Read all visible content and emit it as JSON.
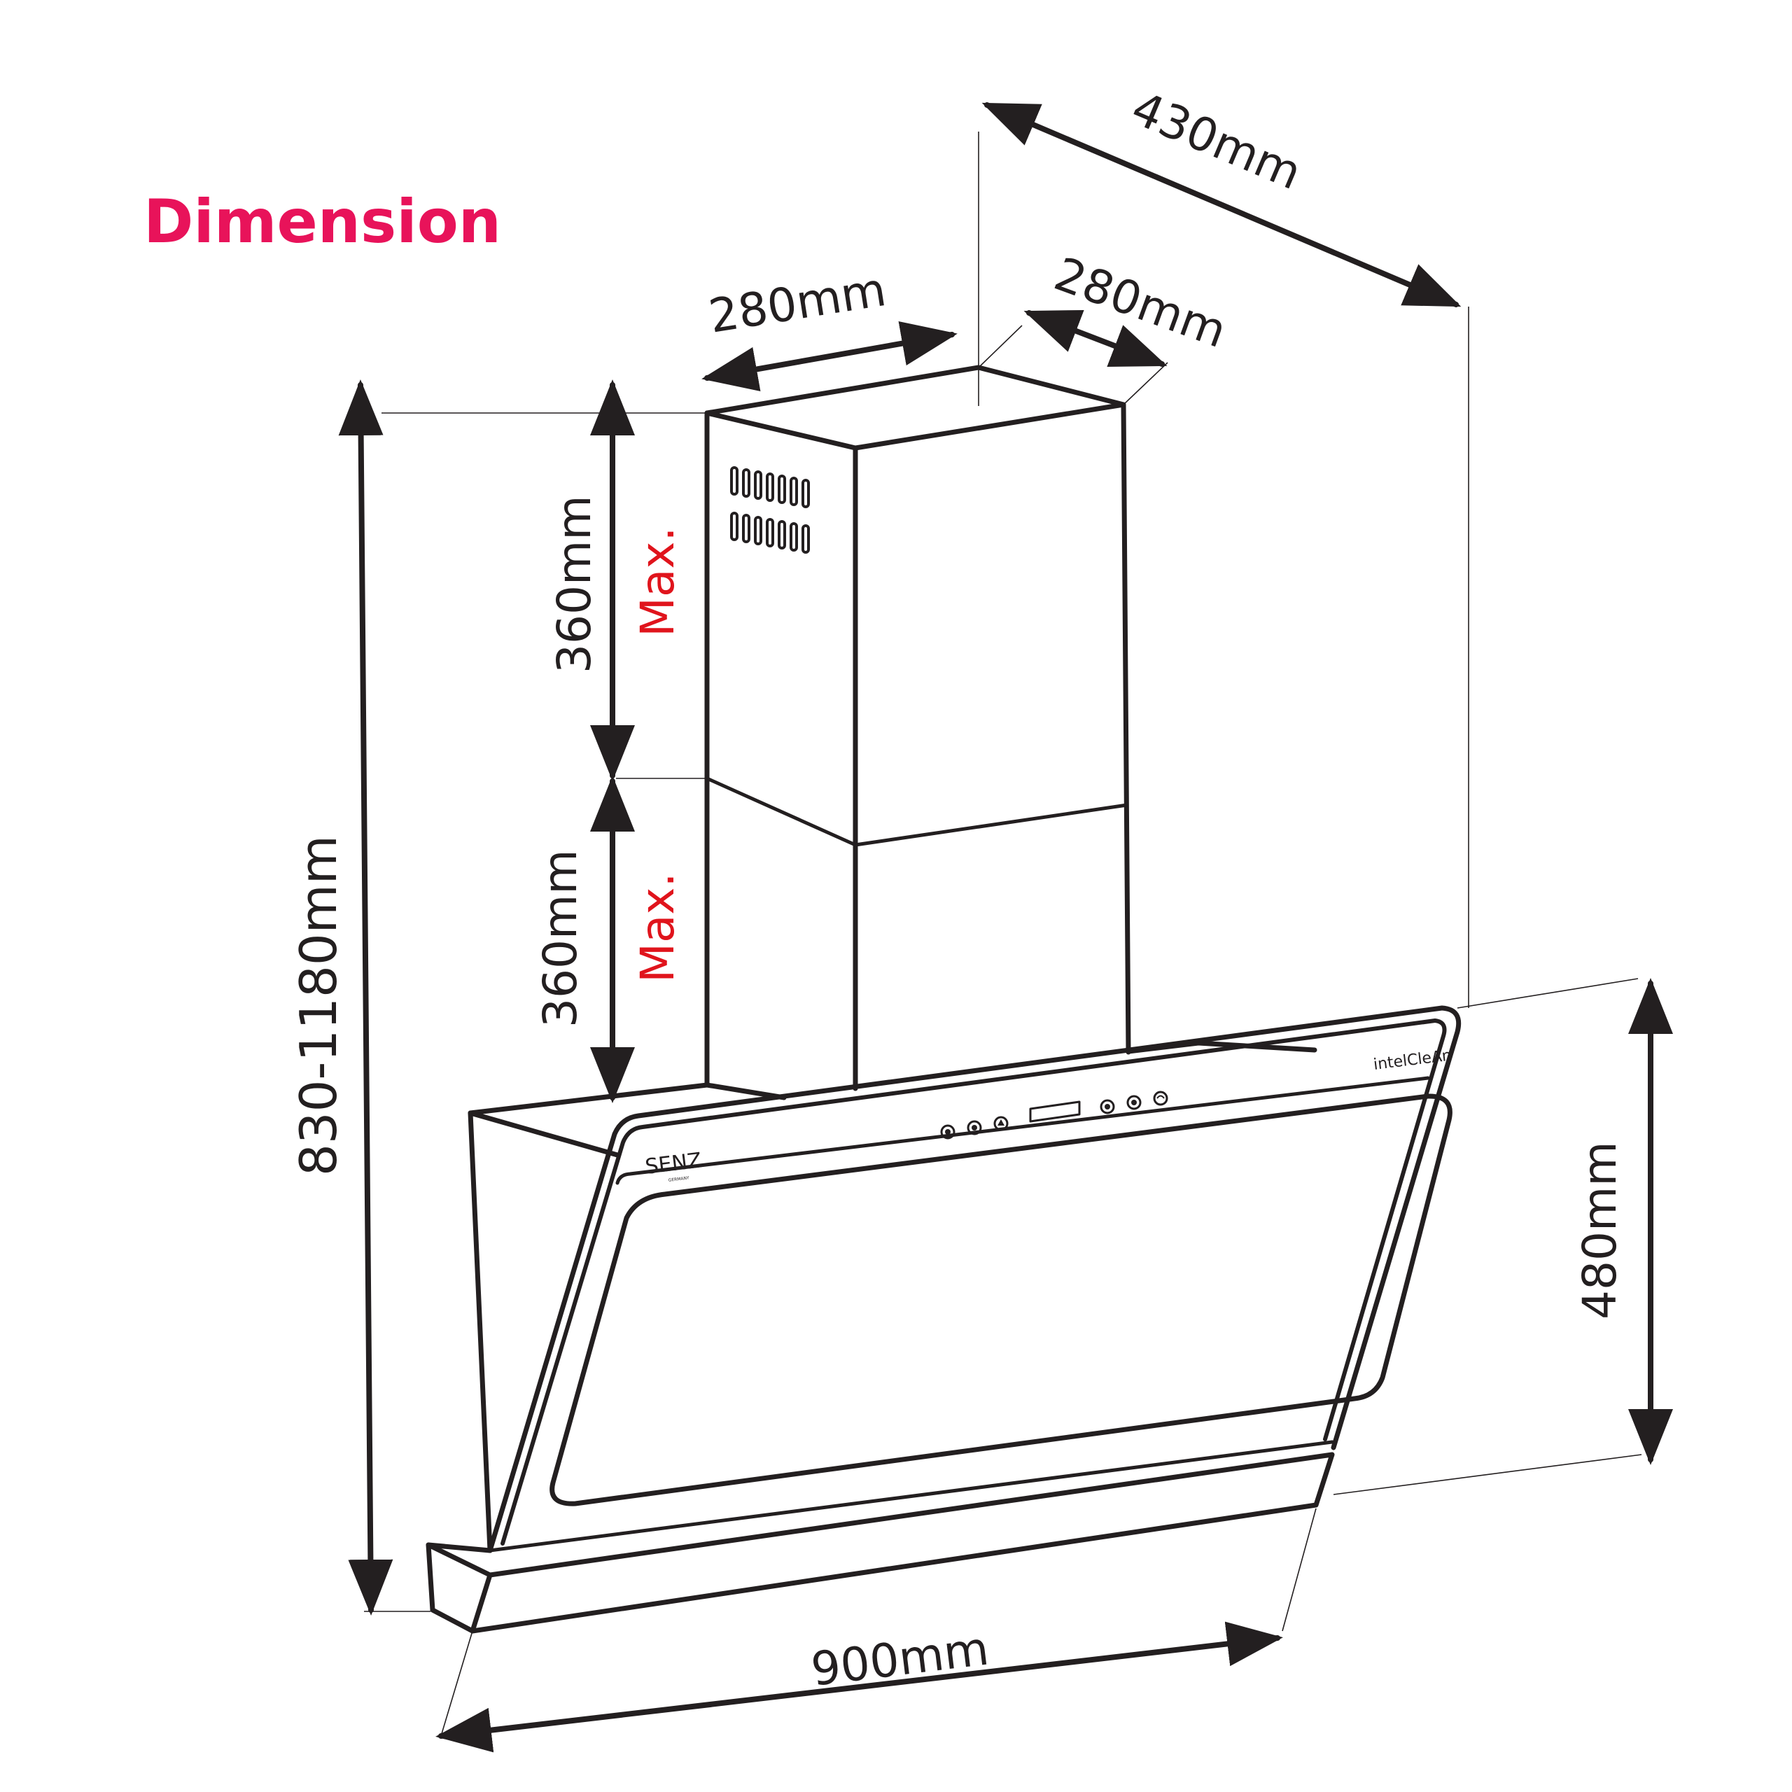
{
  "title": "Dimension",
  "dimensions": {
    "depth_total": "430mm",
    "chimney_width": "280mm",
    "chimney_depth": "280mm",
    "chimney_upper": "360mm",
    "chimney_lower": "360mm",
    "total_height": "830-1180mm",
    "hood_height": "480mm",
    "hood_width": "900mm"
  },
  "max_labels": {
    "upper": "Max.",
    "lower": "Max."
  },
  "brand": {
    "logo": "SENZ",
    "logo_sub": "GERMANY",
    "feature": "intelCleAn"
  },
  "colors": {
    "title": "#e8135a",
    "max": "#e0141c",
    "line": "#231f20"
  }
}
